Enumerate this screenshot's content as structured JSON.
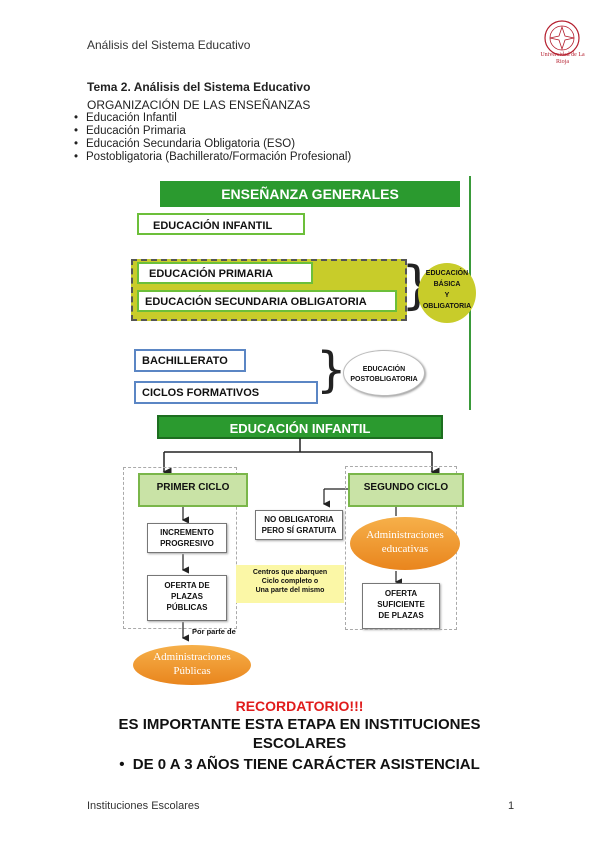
{
  "header": {
    "text": "Análisis del Sistema Educativo",
    "logo_text": "Universidad de La Rioja"
  },
  "title": "Tema 2. Análisis del Sistema Educativo",
  "subtitle": "ORGANIZACIÓN DE LAS ENSEÑANZAS",
  "bullets": [
    "Educación Infantil",
    "Educación Primaria",
    "Educación Secundaria Obligatoria (ESO)",
    "Postobligatoria (Bachillerato/Formación Profesional)"
  ],
  "diagram1": {
    "header": "ENSEÑANZA GENERALES",
    "infantil": "EDUCACIÓN INFANTIL",
    "primaria": "EDUCACIÓN PRIMARIA",
    "secundaria": "EDUCACIÓN SECUNDARIA OBLIGATORIA",
    "basica_1": "EDUCACIÓN",
    "basica_2": "BÁSICA",
    "basica_3": "Y",
    "basica_4": "OBLIGATORIA",
    "bachillerato": "BACHILLERATO",
    "ciclos": "CICLOS FORMATIVOS",
    "post_1": "EDUCACIÓN",
    "post_2": "POSTOBLIGATORIA"
  },
  "diagram2": {
    "header": "EDUCACIÓN INFANTIL",
    "primer": "PRIMER CICLO",
    "segundo": "SEGUNDO CICLO",
    "incremento_1": "INCREMENTO",
    "incremento_2": "PROGRESIVO",
    "oferta_1": "OFERTA DE",
    "oferta_2": "PLAZAS",
    "oferta_3": "PÚBLICAS",
    "por_parte": "Por parte de",
    "adm_pub_1": "Administraciones",
    "adm_pub_2": "Públicas",
    "no_oblig_1": "NO OBLIGATORIA",
    "no_oblig_2": "PERO SÍ GRATUITA",
    "adm_edu_1": "Administraciones",
    "adm_edu_2": "educativas",
    "centros_1": "Centros que abarquen",
    "centros_2": "Ciclo completo o",
    "centros_3": "Una parte del mismo",
    "suficiente_1": "OFERTA",
    "suficiente_2": "SUFICIENTE",
    "suficiente_3": "DE PLAZAS"
  },
  "reminder": {
    "title": "RECORDATORIO!!!",
    "line1": "ES IMPORTANTE ESTA ETAPA EN INSTITUCIONES",
    "line2": "ESCOLARES",
    "line3": "DE 0 A 3 AÑOS TIENE CARÁCTER ASISTENCIAL"
  },
  "footer": {
    "left": "Instituciones Escolares",
    "page": "1"
  },
  "colors": {
    "green": "#2b9a2f",
    "olive": "#c8cc2a",
    "orange": "#e9851d",
    "red": "#e01b1b"
  }
}
